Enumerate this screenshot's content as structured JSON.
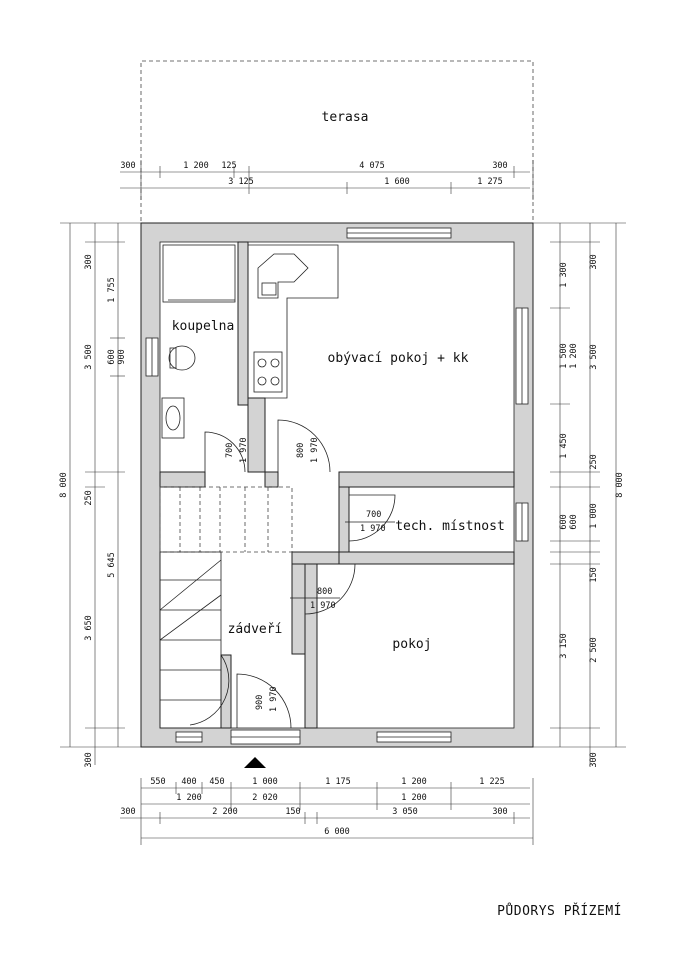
{
  "rooms": {
    "terasa": "terasa",
    "koupelna": "koupelna",
    "obyvaci": "obývací pokoj + kk",
    "tech": "tech. místnost",
    "zadveri": "zádveří",
    "pokoj": "pokoj"
  },
  "doors": [
    {
      "w": "700",
      "h": "1 970"
    },
    {
      "w": "800",
      "h": "1 970"
    },
    {
      "w": "700",
      "h": "1 970"
    },
    {
      "w": "800",
      "h": "1 970"
    },
    {
      "w": "900",
      "h": "1 970"
    }
  ],
  "dims_top": {
    "row1": [
      "300",
      "1 200",
      "125",
      "4 075",
      "300"
    ],
    "row2": [
      "3 125",
      "1 600",
      "1 275"
    ]
  },
  "dims_bottom": {
    "row1": [
      "550",
      "400",
      "450",
      "1 000",
      "1 175",
      "1 200",
      "1 225"
    ],
    "row2": [
      "1 200",
      "2 020",
      "1 200"
    ],
    "row3": [
      "300",
      "2 200",
      "150",
      "3 050",
      "300"
    ],
    "total": "6 000"
  },
  "dims_left": {
    "outer": "8 000",
    "mid": [
      "300",
      "3 500",
      "250",
      "3 650",
      "300"
    ],
    "inner": [
      "1 755",
      "600",
      "900",
      "5 645"
    ]
  },
  "dims_right": {
    "outer": "8 000",
    "mid": [
      "300",
      "3 500",
      "250",
      "1 000",
      "150",
      "2 500",
      "300"
    ],
    "inner": [
      "1 300",
      "1 500",
      "1 200",
      "1 450",
      "600",
      "600",
      "3 150"
    ]
  },
  "title": "PŮDORYS PŘÍZEMÍ",
  "entry_marker": "triangle-up"
}
